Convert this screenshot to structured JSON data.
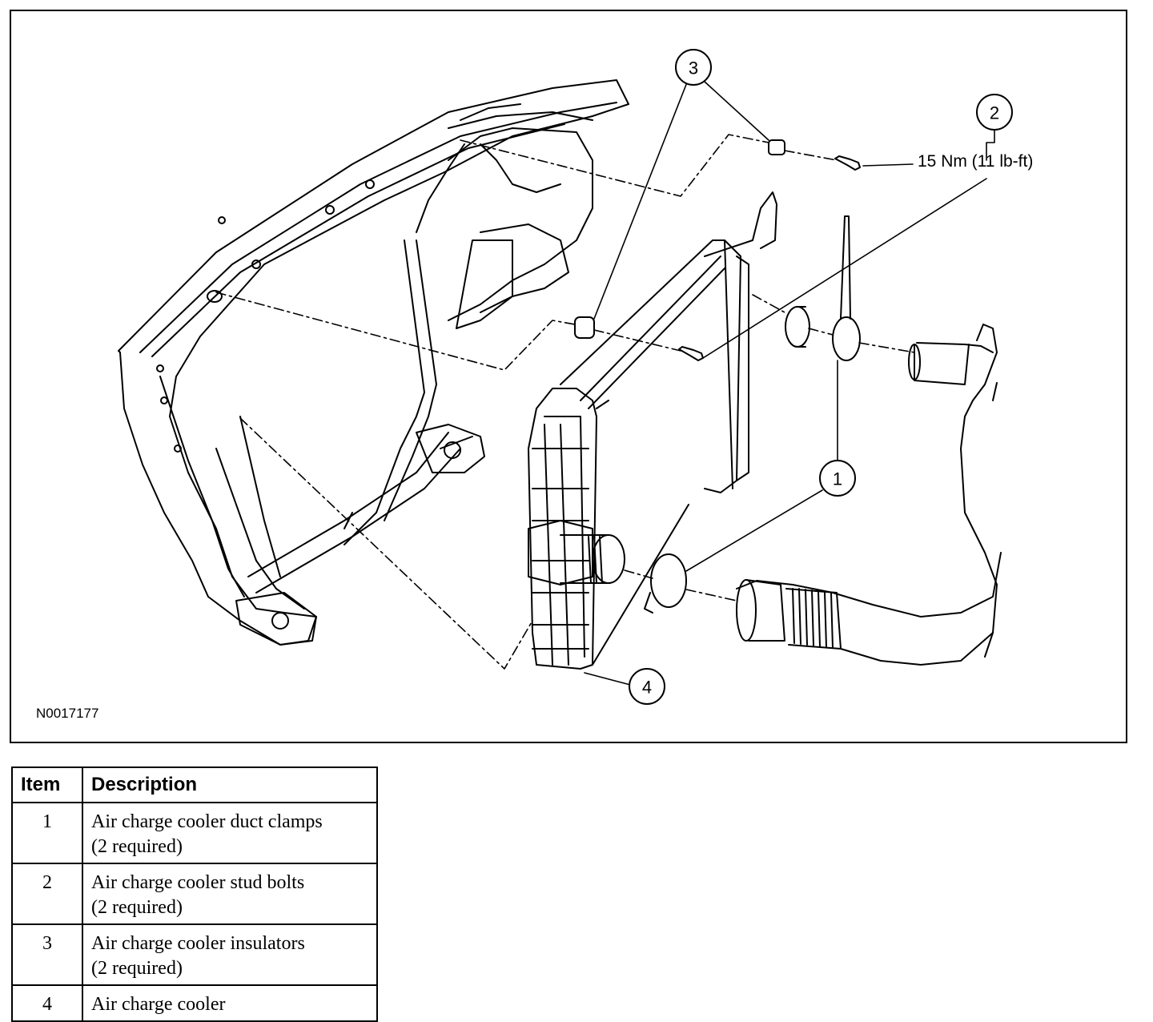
{
  "diagram": {
    "figure_id": "N0017177",
    "torque_spec": "15 Nm (11 lb-ft)",
    "callouts": [
      "1",
      "2",
      "3",
      "4"
    ]
  },
  "legend": {
    "header": {
      "item": "Item",
      "description": "Description"
    },
    "rows": [
      {
        "item": "1",
        "line1": "Air charge cooler duct clamps",
        "line2": "(2 required)"
      },
      {
        "item": "2",
        "line1": "Air charge cooler stud bolts",
        "line2": "(2 required)"
      },
      {
        "item": "3",
        "line1": "Air charge cooler insulators",
        "line2": "(2 required)"
      },
      {
        "item": "4",
        "line1": "Air charge cooler",
        "line2": ""
      }
    ]
  }
}
